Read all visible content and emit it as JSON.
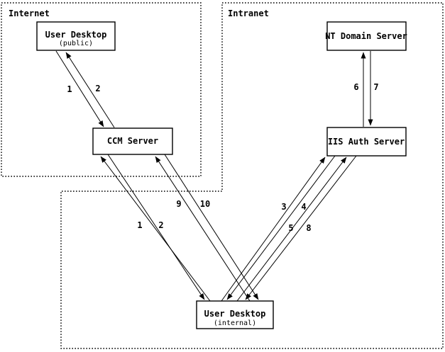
{
  "diagram": {
    "colors": {
      "background": "#ffffff",
      "ink": "#000000"
    },
    "zones": [
      {
        "id": "internet",
        "label": "Internet"
      },
      {
        "id": "intranet",
        "label": "Intranet"
      }
    ],
    "nodes": [
      {
        "id": "user-desktop-public",
        "label": "User Desktop",
        "sublabel": "(public)"
      },
      {
        "id": "ccm-server",
        "label": "CCM Server",
        "sublabel": ""
      },
      {
        "id": "nt-domain-server",
        "label": "NT Domain Server",
        "sublabel": ""
      },
      {
        "id": "iis-auth-server",
        "label": "IIS Auth Server",
        "sublabel": ""
      },
      {
        "id": "user-desktop-internal",
        "label": "User Desktop",
        "sublabel": "(internal)"
      }
    ],
    "edges": [
      {
        "label": "1",
        "from": "user-desktop-public",
        "to": "ccm-server"
      },
      {
        "label": "2",
        "from": "ccm-server",
        "to": "user-desktop-public"
      },
      {
        "label": "1",
        "from": "user-desktop-internal",
        "to": "ccm-server"
      },
      {
        "label": "2",
        "from": "ccm-server",
        "to": "user-desktop-internal"
      },
      {
        "label": "9",
        "from": "user-desktop-internal",
        "to": "ccm-server"
      },
      {
        "label": "10",
        "from": "ccm-server",
        "to": "user-desktop-internal"
      },
      {
        "label": "3",
        "from": "user-desktop-internal",
        "to": "iis-auth-server"
      },
      {
        "label": "4",
        "from": "iis-auth-server",
        "to": "user-desktop-internal"
      },
      {
        "label": "5",
        "from": "user-desktop-internal",
        "to": "iis-auth-server"
      },
      {
        "label": "8",
        "from": "iis-auth-server",
        "to": "user-desktop-internal"
      },
      {
        "label": "6",
        "from": "iis-auth-server",
        "to": "nt-domain-server"
      },
      {
        "label": "7",
        "from": "nt-domain-server",
        "to": "iis-auth-server"
      }
    ]
  }
}
